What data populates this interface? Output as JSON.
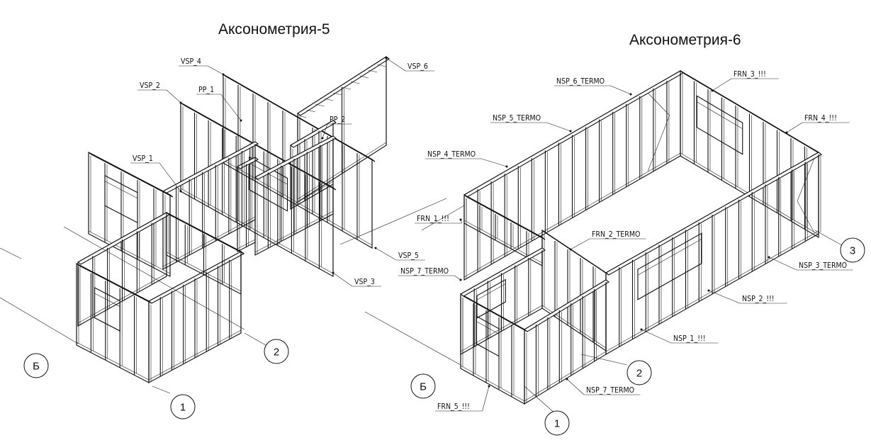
{
  "views": [
    {
      "title": "Аксонометрия-5",
      "labels": [
        "VSP_4",
        "VSP_6",
        "VSP_2",
        "PP_1",
        "PP_2",
        "VSP_1",
        "VSP_5",
        "VSP_3"
      ],
      "axes": [
        "Б",
        "1",
        "2"
      ]
    },
    {
      "title": "Аксонометрия-6",
      "labels": [
        "NSP_6_TERMO",
        "FRN_3_!!!",
        "NSP_5_TERMO",
        "FRN_4_!!!",
        "NSP_4_TERMO",
        "FRN_1_!!!",
        "FRN_2_TERMO",
        "NSP_7_TERMO",
        "NSP_3_TERMO",
        "NSP_2_!!!",
        "NSP_1_!!!",
        "NSP_7_TERMO",
        "FRN_5_!!!"
      ],
      "axes": [
        "3",
        "2",
        "Б",
        "1"
      ]
    }
  ]
}
